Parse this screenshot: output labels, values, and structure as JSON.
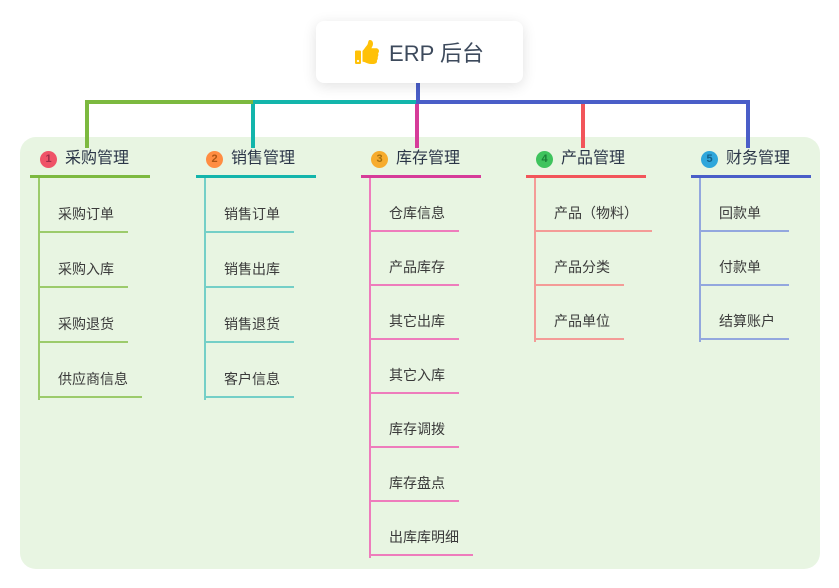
{
  "root": {
    "icon": "thumbs-up-icon",
    "label": "ERP 后台",
    "stem_color": "#4A5EC8"
  },
  "canvas": {
    "panel_bg": "#E8F5E2"
  },
  "branches": [
    {
      "num": "1",
      "label": "采购管理",
      "color": "#7CB93F",
      "child_color": "#9CCB6B",
      "badge_bg": "#EF5368",
      "badge_fg": "#9E2C49",
      "children": [
        "采购订单",
        "采购入库",
        "采购退货",
        "供应商信息"
      ]
    },
    {
      "num": "2",
      "label": "销售管理",
      "color": "#13B5AB",
      "child_color": "#74CFC7",
      "badge_bg": "#FF8D42",
      "badge_fg": "#AD5514",
      "children": [
        "销售订单",
        "销售出库",
        "销售退货",
        "客户信息"
      ]
    },
    {
      "num": "3",
      "label": "库存管理",
      "color": "#D63C99",
      "child_color": "#EE7CBC",
      "badge_bg": "#F7AC2E",
      "badge_fg": "#A66F0E",
      "children": [
        "仓库信息",
        "产品库存",
        "其它出库",
        "其它入库",
        "库存调拨",
        "库存盘点",
        "出库库明细"
      ]
    },
    {
      "num": "4",
      "label": "产品管理",
      "color": "#F2555A",
      "child_color": "#F49B97",
      "badge_bg": "#3FC35D",
      "badge_fg": "#1B7F37",
      "children": [
        "产品（物料）",
        "产品分类",
        "产品单位"
      ]
    },
    {
      "num": "5",
      "label": "财务管理",
      "color": "#4A5EC8",
      "child_color": "#93A7DE",
      "badge_bg": "#2FA6DB",
      "badge_fg": "#135F88",
      "children": [
        "回款单",
        "付款单",
        "结算账户"
      ]
    }
  ]
}
